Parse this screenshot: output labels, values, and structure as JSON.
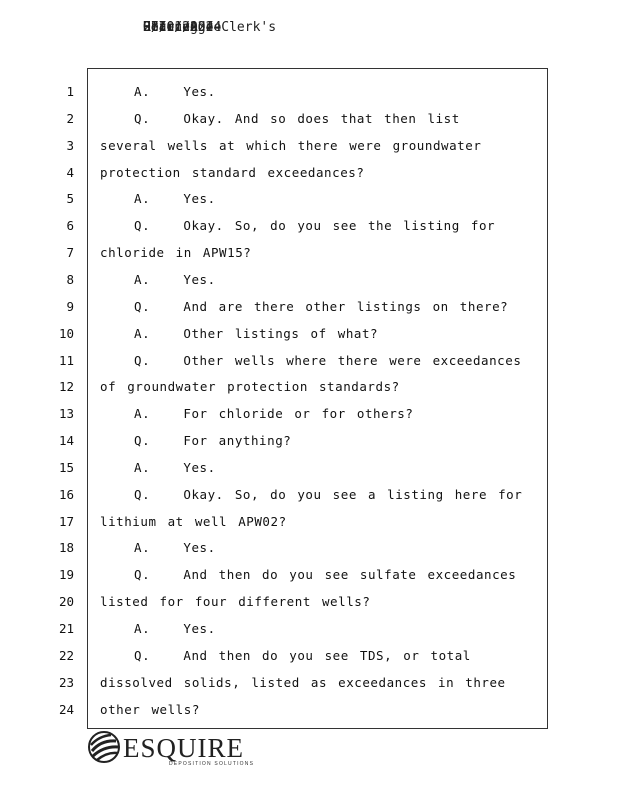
{
  "header": {
    "overlay_texts": [
      "Ellen Agee",
      "Hearing",
      "Office of Clerk's",
      "Received",
      "2/10/2024",
      "08/01/2024"
    ]
  },
  "lines": [
    {
      "n": "1",
      "t": "A.   Yes.",
      "indent": true
    },
    {
      "n": "2",
      "t": "Q.   Okay. And so does that then list",
      "indent": true
    },
    {
      "n": "3",
      "t": "several wells at which there were groundwater",
      "indent": false
    },
    {
      "n": "4",
      "t": "protection standard exceedances?",
      "indent": false
    },
    {
      "n": "5",
      "t": "A.   Yes.",
      "indent": true
    },
    {
      "n": "6",
      "t": "Q.   Okay. So, do you see the listing for",
      "indent": true
    },
    {
      "n": "7",
      "t": "chloride in APW15?",
      "indent": false
    },
    {
      "n": "8",
      "t": "A.   Yes.",
      "indent": true
    },
    {
      "n": "9",
      "t": "Q.   And are there other listings on there?",
      "indent": true
    },
    {
      "n": "10",
      "t": "A.   Other listings of what?",
      "indent": true
    },
    {
      "n": "11",
      "t": "Q.   Other wells where there were exceedances",
      "indent": true
    },
    {
      "n": "12",
      "t": "of groundwater protection standards?",
      "indent": false
    },
    {
      "n": "13",
      "t": "A.   For chloride or for others?",
      "indent": true
    },
    {
      "n": "14",
      "t": "Q.   For anything?",
      "indent": true
    },
    {
      "n": "15",
      "t": "A.   Yes.",
      "indent": true
    },
    {
      "n": "16",
      "t": "Q.   Okay. So, do you see a listing here for",
      "indent": true
    },
    {
      "n": "17",
      "t": "lithium at well APW02?",
      "indent": false
    },
    {
      "n": "18",
      "t": "A.   Yes.",
      "indent": true
    },
    {
      "n": "19",
      "t": "Q.   And then do you see sulfate exceedances",
      "indent": true
    },
    {
      "n": "20",
      "t": "listed for four different wells?",
      "indent": false
    },
    {
      "n": "21",
      "t": "A.   Yes.",
      "indent": true
    },
    {
      "n": "22",
      "t": "Q.   And then do you see TDS, or total",
      "indent": true
    },
    {
      "n": "23",
      "t": "dissolved solids, listed as exceedances in three",
      "indent": false
    },
    {
      "n": "24",
      "t": "other wells?",
      "indent": false
    }
  ],
  "footer": {
    "logo_word": "ESQUIRE",
    "logo_sub": "DEPOSITION SOLUTIONS"
  }
}
